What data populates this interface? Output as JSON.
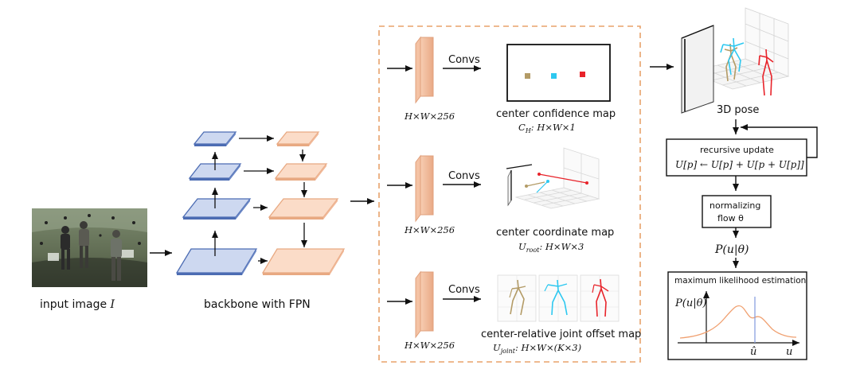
{
  "input": {
    "caption": "input image ",
    "caption_var": "I"
  },
  "backbone": {
    "caption": "backbone with FPN"
  },
  "branches": [
    {
      "convs": "Convs",
      "dims": "H×W×256",
      "title": "center confidence map",
      "sym": "C",
      "sym_sub": "H",
      "shape": ": H×W×1"
    },
    {
      "convs": "Convs",
      "dims": "H×W×256",
      "title": "center coordinate map",
      "sym": "U",
      "sym_sub": "root",
      "shape": ": H×W×3"
    },
    {
      "convs": "Convs",
      "dims": "H×W×256",
      "title": "center-relative joint offset map",
      "sym": "U",
      "sym_sub": "joint",
      "shape": ": H×W×(K×3)"
    }
  ],
  "pose3d": {
    "label": "3D pose"
  },
  "recursive": {
    "title": "recursive update",
    "formula": "U[p] ← U[p] + U[p + U[p]]"
  },
  "flow": {
    "line1": "normalizing",
    "line2": "flow θ"
  },
  "likelihood_label": "P(u|θ)",
  "mle": {
    "title": "maximum likelihood estimation",
    "ylabel": "P(u|θ)",
    "uhat": "û",
    "xlabel": "u"
  },
  "colors": {
    "tan": "#b39b66",
    "cyan": "#2ec8f0",
    "red": "#e8232a",
    "blue_fill": "#cdd8f0",
    "blue_edge": "#4c6cb3",
    "peach_fill": "#fbdcc8",
    "peach_edge": "#e8a982",
    "dash": "#e8a26a",
    "curve": "#f0a070",
    "vline": "#8aa0e0"
  }
}
